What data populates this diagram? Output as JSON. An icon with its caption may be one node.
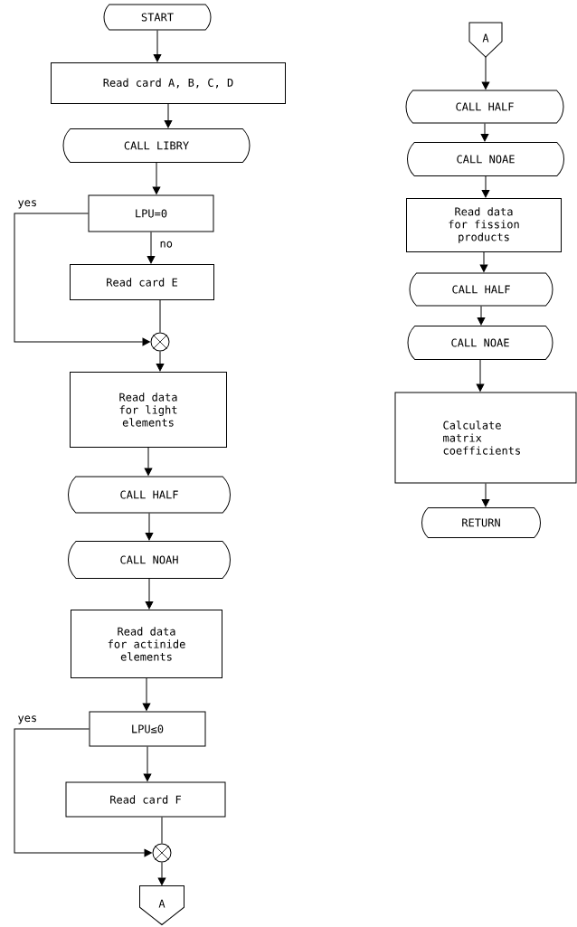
{
  "diagram": {
    "nodes": [
      {
        "text": [
          "START"
        ]
      },
      {
        "text": [
          "Read card A, B, C, D"
        ]
      },
      {
        "text": [
          "CALL LIBRY"
        ]
      },
      {
        "text": [
          "LPU=0"
        ]
      },
      {
        "text": [
          "Read card E"
        ]
      },
      {
        "text": [],
        "shape": "circle"
      },
      {
        "text": [
          "Read data for light elements"
        ]
      },
      {
        "text": [
          "CALL HALF"
        ]
      },
      {
        "text": [
          "CALL NOAH"
        ]
      },
      {
        "text": [
          "Read data for actinide elements"
        ]
      },
      {
        "text": [
          "LPU≤0"
        ]
      },
      {
        "text": [
          "Read card F"
        ]
      },
      {
        "text": [],
        "shape": "circle"
      },
      {
        "text": [
          "A"
        ]
      },
      {
        "text": [
          "A"
        ]
      },
      {
        "text": [
          "CALL HALF"
        ]
      },
      {
        "text": [
          "CALL NOAE"
        ]
      },
      {
        "text": [
          "Read data for fission products"
        ]
      },
      {
        "text": [
          "CALL HALF"
        ]
      },
      {
        "text": [
          "CALL NOAE"
        ]
      },
      {
        "text": [
          "Calculate matrix coefficients"
        ]
      },
      {
        "text": [
          "RETURN"
        ]
      }
    ],
    "edges": [
      {
        "from": 0,
        "to": 1,
        "arrow": "to"
      },
      {
        "from": 1,
        "to": 2,
        "arrow": "to"
      },
      {
        "from": 2,
        "to": 3,
        "arrow": "to"
      },
      {
        "from": 3,
        "to": 4,
        "arrow": "to",
        "label": "no"
      },
      {
        "from": 3,
        "to": 5,
        "arrow": "to",
        "label": "yes"
      },
      {
        "from": 4,
        "to": 5,
        "arrow": "none"
      },
      {
        "from": 5,
        "to": 6,
        "arrow": "to"
      },
      {
        "from": 6,
        "to": 7,
        "arrow": "to"
      },
      {
        "from": 7,
        "to": 8,
        "arrow": "to"
      },
      {
        "from": 8,
        "to": 9,
        "arrow": "to"
      },
      {
        "from": 9,
        "to": 10,
        "arrow": "to"
      },
      {
        "from": 10,
        "to": 11,
        "arrow": "to"
      },
      {
        "from": 10,
        "to": 12,
        "arrow": "to",
        "label": "yes"
      },
      {
        "from": 11,
        "to": 12,
        "arrow": "none"
      },
      {
        "from": 12,
        "to": 13,
        "arrow": "to"
      },
      {
        "from": 14,
        "to": 15,
        "arrow": "to"
      },
      {
        "from": 15,
        "to": 16,
        "arrow": "to"
      },
      {
        "from": 16,
        "to": 17,
        "arrow": "to"
      },
      {
        "from": 17,
        "to": 18,
        "arrow": "to"
      },
      {
        "from": 18,
        "to": 19,
        "arrow": "to"
      },
      {
        "from": 19,
        "to": 20,
        "arrow": "to"
      },
      {
        "from": 20,
        "to": 21,
        "arrow": "to"
      }
    ]
  }
}
